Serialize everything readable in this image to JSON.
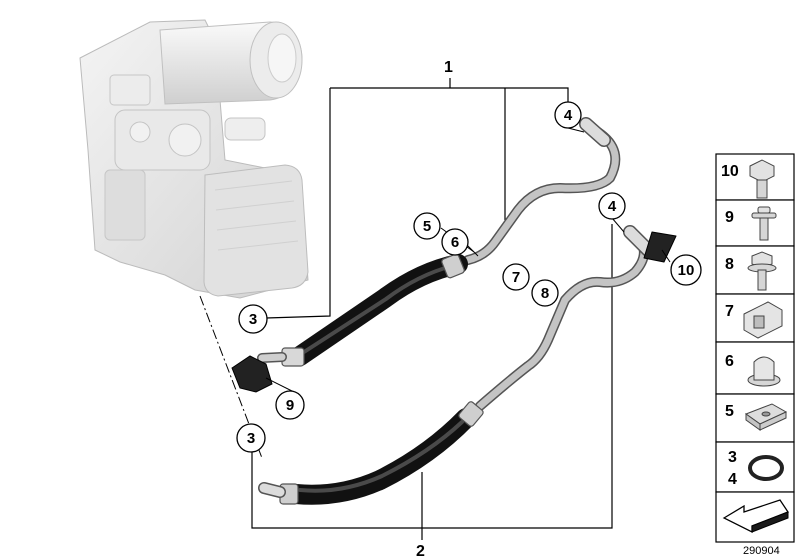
{
  "assembly_labels": {
    "top": "1",
    "bottom": "2"
  },
  "callouts": {
    "c4_top": "4",
    "c4_mid": "4",
    "c5": "5",
    "c6": "6",
    "c7": "7",
    "c8": "8",
    "c10": "10",
    "c3_upper": "3",
    "c3_lower": "3",
    "c9": "9"
  },
  "legend": [
    {
      "label": "10",
      "part": "hex-bolt"
    },
    {
      "label": "9",
      "part": "screw"
    },
    {
      "label": "8",
      "part": "flange-bolt"
    },
    {
      "label": "7",
      "part": "clip-nut"
    },
    {
      "label": "6",
      "part": "grommet-nut"
    },
    {
      "label": "5",
      "part": "spring-nut"
    },
    {
      "label": "3",
      "label2": "4",
      "part": "o-ring"
    },
    {
      "label": "",
      "part": "direction-arrow"
    }
  ],
  "reference_number": "290904",
  "colors": {
    "line": "#000000",
    "hose": "#2a2a2a",
    "pipe": "#b8b8b8",
    "housing": "#e6e6e6"
  }
}
